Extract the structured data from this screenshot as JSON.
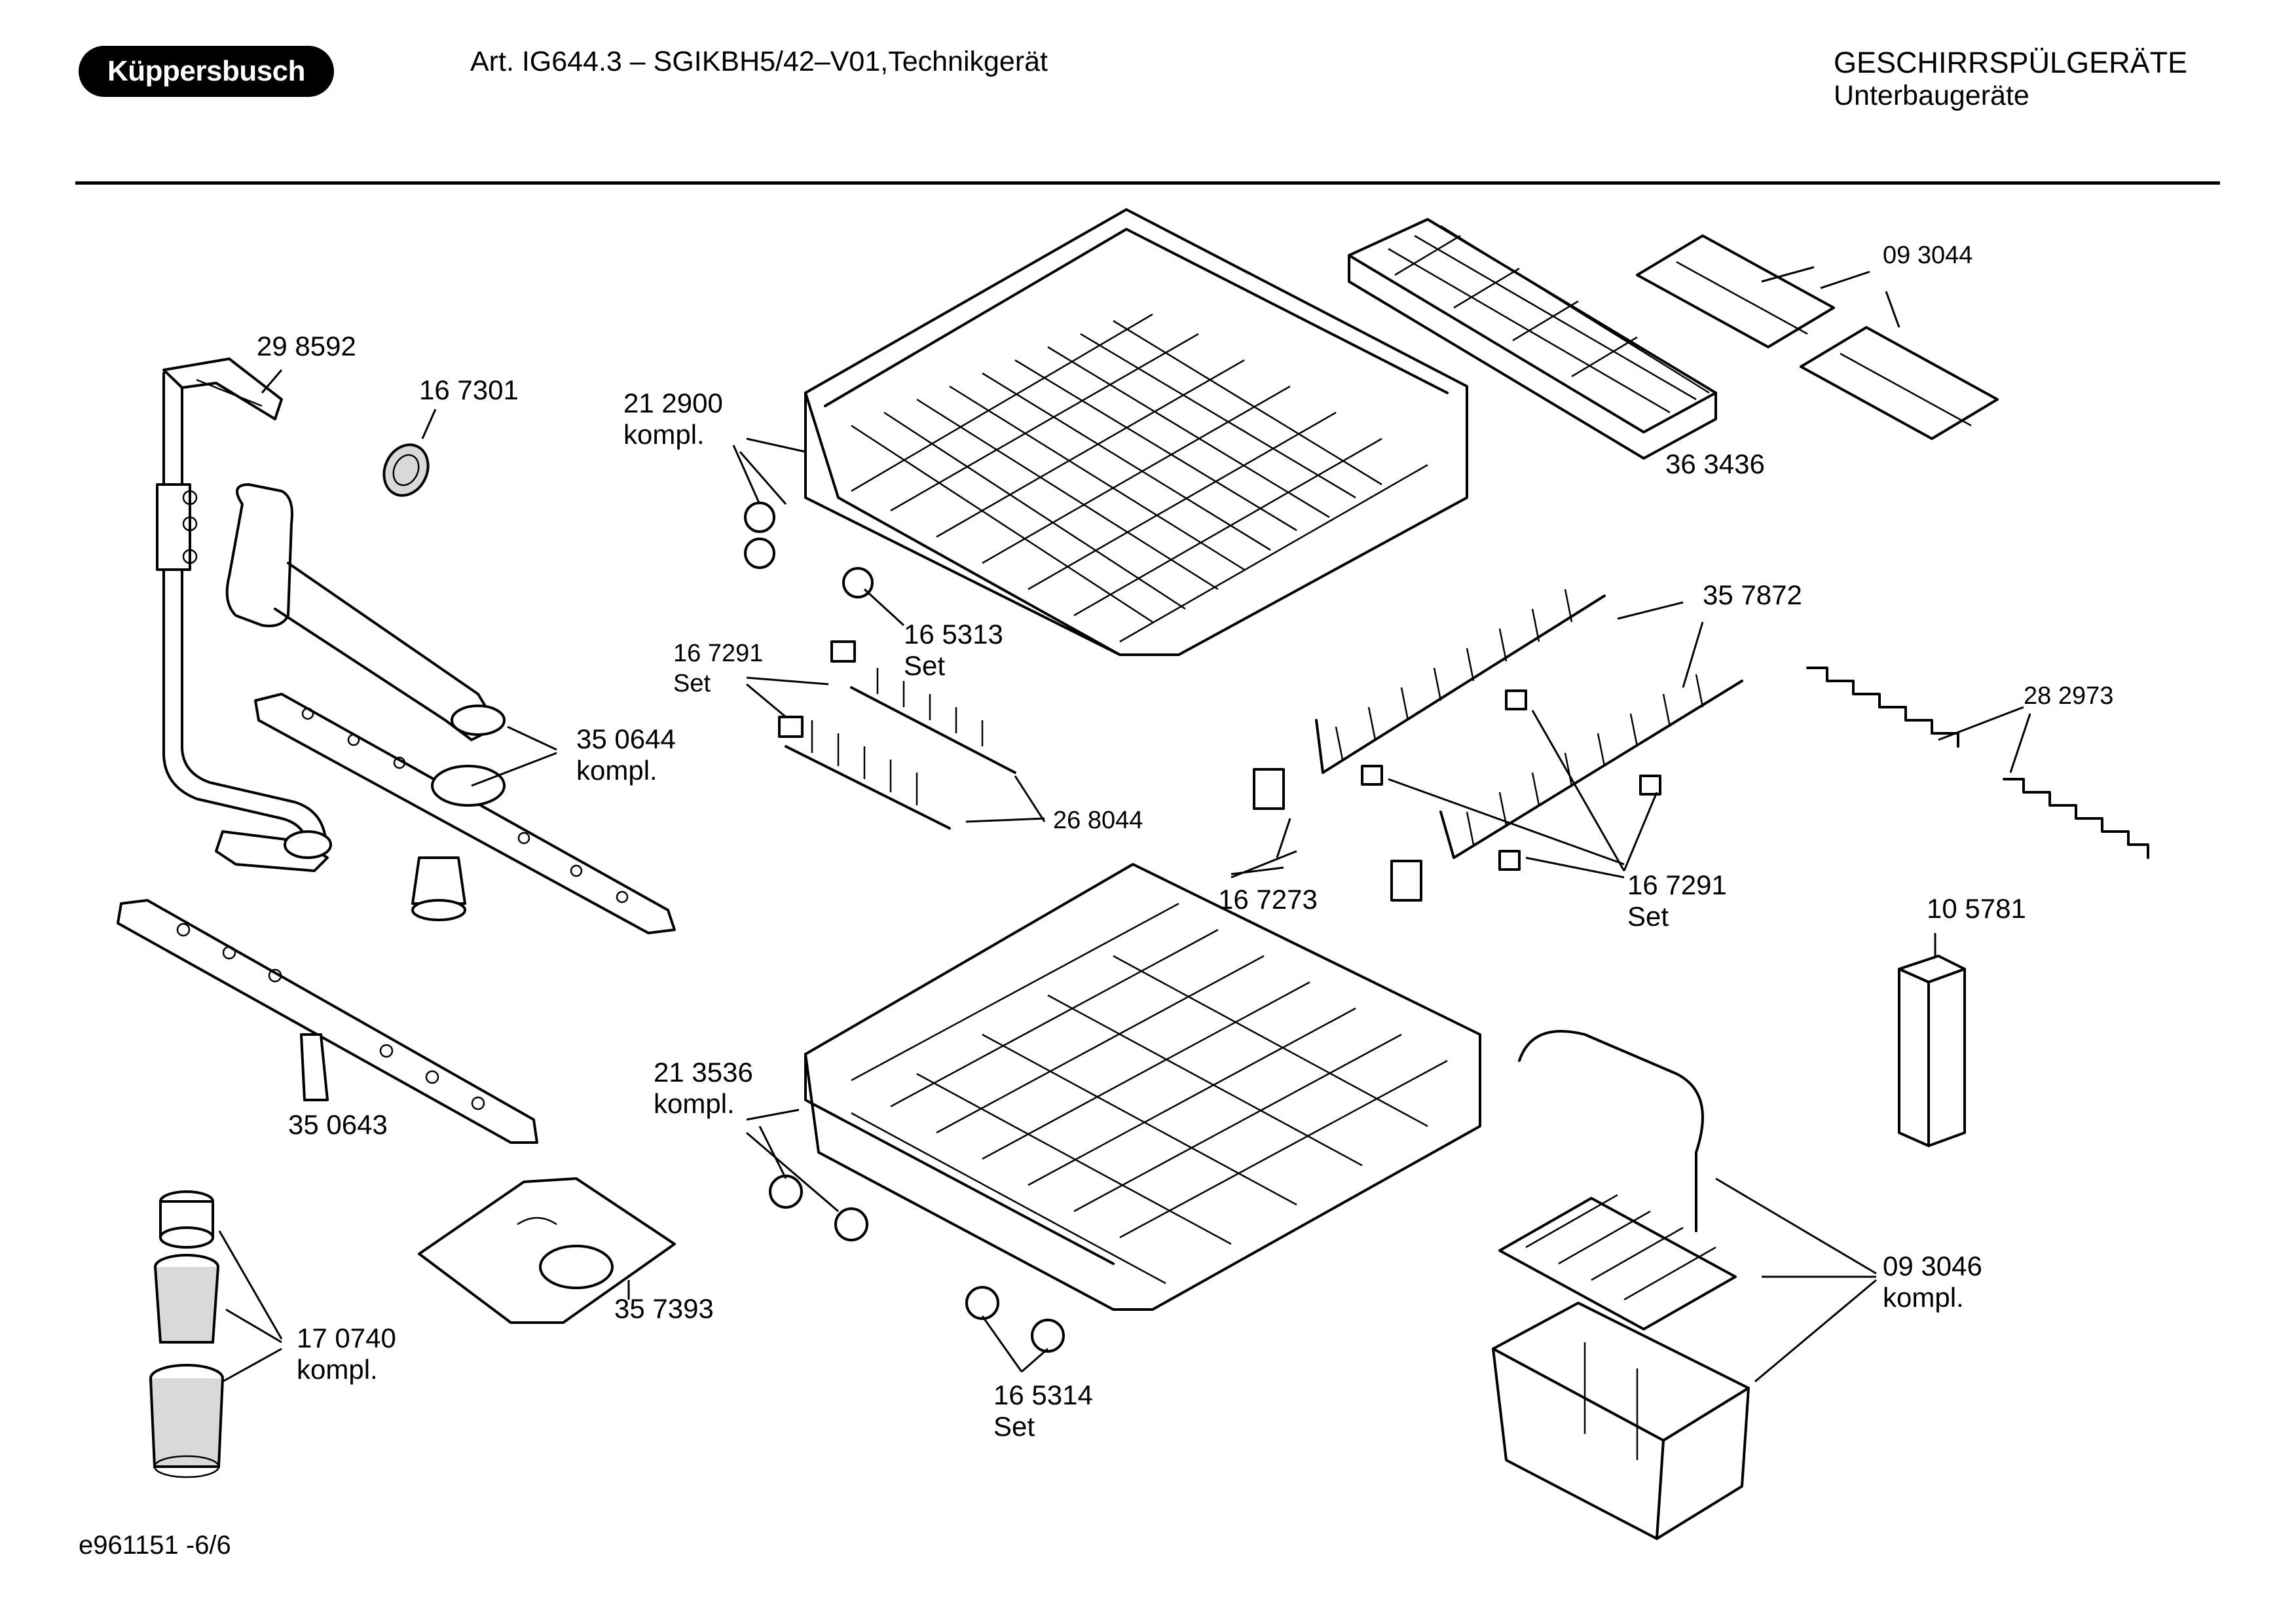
{
  "header": {
    "brand": "Küppersbusch",
    "article": "Art. IG644.3 – SGIKBH5/42–V01,Technikgerät",
    "category": "GESCHIRRSPÜLGERÄTE",
    "subcategory": "Unterbaugeräte"
  },
  "footer": {
    "drawing_id": "e961151 -6/6"
  },
  "parts": [
    {
      "id": "p298592",
      "number": "29 8592",
      "note": ""
    },
    {
      "id": "p167301",
      "number": "16 7301",
      "note": ""
    },
    {
      "id": "p212900",
      "number": "21 2900",
      "note": "kompl."
    },
    {
      "id": "p165313",
      "number": "16 5313",
      "note": "Set"
    },
    {
      "id": "p363436",
      "number": "36 3436",
      "note": ""
    },
    {
      "id": "p093044",
      "number": "09 3044",
      "note": ""
    },
    {
      "id": "p350644",
      "number": "35 0644",
      "note": "kompl."
    },
    {
      "id": "p167291a",
      "number": "16 7291",
      "note": "Set"
    },
    {
      "id": "p268044",
      "number": "26 8044",
      "note": ""
    },
    {
      "id": "p357872",
      "number": "35 7872",
      "note": ""
    },
    {
      "id": "p282973",
      "number": "28 2973",
      "note": ""
    },
    {
      "id": "p167273",
      "number": "16 7273",
      "note": ""
    },
    {
      "id": "p167291b",
      "number": "16 7291",
      "note": "Set"
    },
    {
      "id": "p105781",
      "number": "10 5781",
      "note": ""
    },
    {
      "id": "p350643",
      "number": "35 0643",
      "note": ""
    },
    {
      "id": "p213536",
      "number": "21 3536",
      "note": "kompl."
    },
    {
      "id": "p357393",
      "number": "35 7393",
      "note": ""
    },
    {
      "id": "p170740",
      "number": "17 0740",
      "note": "kompl."
    },
    {
      "id": "p165314",
      "number": "16 5314",
      "note": "Set"
    },
    {
      "id": "p093046",
      "number": "09 3046",
      "note": "kompl."
    }
  ]
}
